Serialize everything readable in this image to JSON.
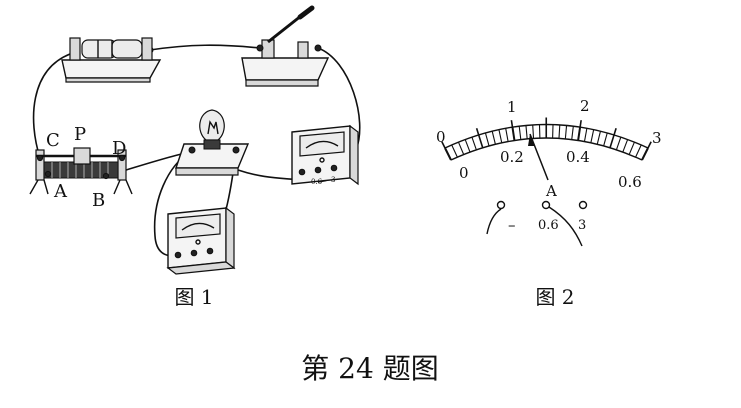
{
  "figure1": {
    "caption": "图 1",
    "rheostat_labels": {
      "c": "C",
      "p": "P",
      "d": "D",
      "a": "A",
      "b": "B"
    },
    "meter_terminal_labels": [
      "0.6",
      "3"
    ]
  },
  "figure2": {
    "caption": "图 2",
    "top_scale": [
      "0",
      "1",
      "2",
      "3"
    ],
    "bottom_scale": [
      "0",
      "0.2",
      "0.4",
      "0.6"
    ],
    "unit": "A",
    "terminals": [
      "–",
      "0.6",
      "3"
    ]
  },
  "title": "第 24 题图"
}
